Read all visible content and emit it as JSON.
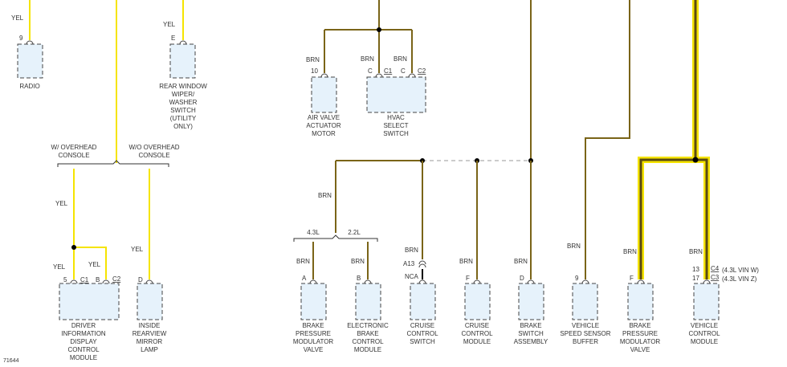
{
  "diagram_id": "71644",
  "wire_colors": {
    "yellow": "#f5e400",
    "brown": "#7a6418",
    "black": "#000000",
    "highlight": "#f5e400"
  },
  "labels": {
    "radio_wire": "YEL",
    "radio_pin": "9",
    "radio": "RADIO",
    "rw_wire": "YEL",
    "rw_pin": "E",
    "rw_l1": "REAR WINDOW",
    "rw_l2": "WIPER/",
    "rw_l3": "WASHER",
    "rw_l4": "SWITCH",
    "rw_l5": "(UTILITY",
    "rw_l6": "ONLY)",
    "ovh_with_1": "W/ OVERHEAD",
    "ovh_with_2": "CONSOLE",
    "ovh_without_1": "W/O OVERHEAD",
    "ovh_without_2": "CONSOLE",
    "dicm_wire_main": "YEL",
    "dicm_wire_left": "YEL",
    "dicm_wire_right": "YEL",
    "dicm_pin_5": "5",
    "dicm_c1": "C1",
    "dicm_pin_b": "B",
    "dicm_c2": "C2",
    "dicm_l1": "DRIVER",
    "dicm_l2": "INFORMATION",
    "dicm_l3": "DISPLAY",
    "dicm_l4": "CONTROL",
    "dicm_l5": "MODULE",
    "mirror_wire": "YEL",
    "mirror_pin": "D",
    "mirror_l1": "INSIDE",
    "mirror_l2": "REARVIEW",
    "mirror_l3": "MIRROR",
    "mirror_l4": "LAMP",
    "air_wire": "BRN",
    "air_pin": "10",
    "air_l1": "AIR VALVE",
    "air_l2": "ACTUATOR",
    "air_l3": "MOTOR",
    "hvac_wire_1": "BRN",
    "hvac_wire_2": "BRN",
    "hvac_pin_c1": "C",
    "hvac_c1": "C1",
    "hvac_pin_c2": "C",
    "hvac_c2": "C2",
    "hvac_l1": "HVAC",
    "hvac_l2": "SELECT",
    "hvac_l3": "SWITCH",
    "bus_wire": "BRN",
    "eng_43": "4.3L",
    "eng_22": "2.2L",
    "bpmv1_wire": "BRN",
    "bpmv1_pin": "A",
    "bpmv1_l1": "BRAKE",
    "bpmv1_l2": "PRESSURE",
    "bpmv1_l3": "MODULATOR",
    "bpmv1_l4": "VALVE",
    "ebcm_wire": "BRN",
    "ebcm_pin": "B",
    "ebcm_l1": "ELECTRONIC",
    "ebcm_l2": "BRAKE",
    "ebcm_l3": "CONTROL",
    "ebcm_l4": "MODULE",
    "ccs_wire": "BRN",
    "ccs_pin": "A13",
    "ccs_nca": "NCA",
    "ccs_l1": "CRUISE",
    "ccs_l2": "CONTROL",
    "ccs_l3": "SWITCH",
    "ccm_wire": "BRN",
    "ccm_pin": "F",
    "ccm_l1": "CRUISE",
    "ccm_l2": "CONTROL",
    "ccm_l3": "MODULE",
    "bsa_wire": "BRN",
    "bsa_pin": "D",
    "bsa_l1": "BRAKE",
    "bsa_l2": "SWITCH",
    "bsa_l3": "ASSEMBLY",
    "vss_wire": "BRN",
    "vss_pin": "9",
    "vss_l1": "VEHICLE",
    "vss_l2": "SPEED SENSOR",
    "vss_l3": "BUFFER",
    "bpmv2_wire": "BRN",
    "bpmv2_pin": "F",
    "bpmv2_l1": "BRAKE",
    "bpmv2_l2": "PRESSURE",
    "bpmv2_l3": "MODULATOR",
    "bpmv2_l4": "VALVE",
    "vcm_wire": "BRN",
    "vcm_pin_13": "13",
    "vcm_c4": "C4",
    "vcm_vin_w": "(4.3L VIN W)",
    "vcm_pin_17": "17",
    "vcm_c3": "C3",
    "vcm_vin_z": "(4.3L VIN Z)",
    "vcm_l1": "VEHICLE",
    "vcm_l2": "CONTROL",
    "vcm_l3": "MODULE"
  }
}
